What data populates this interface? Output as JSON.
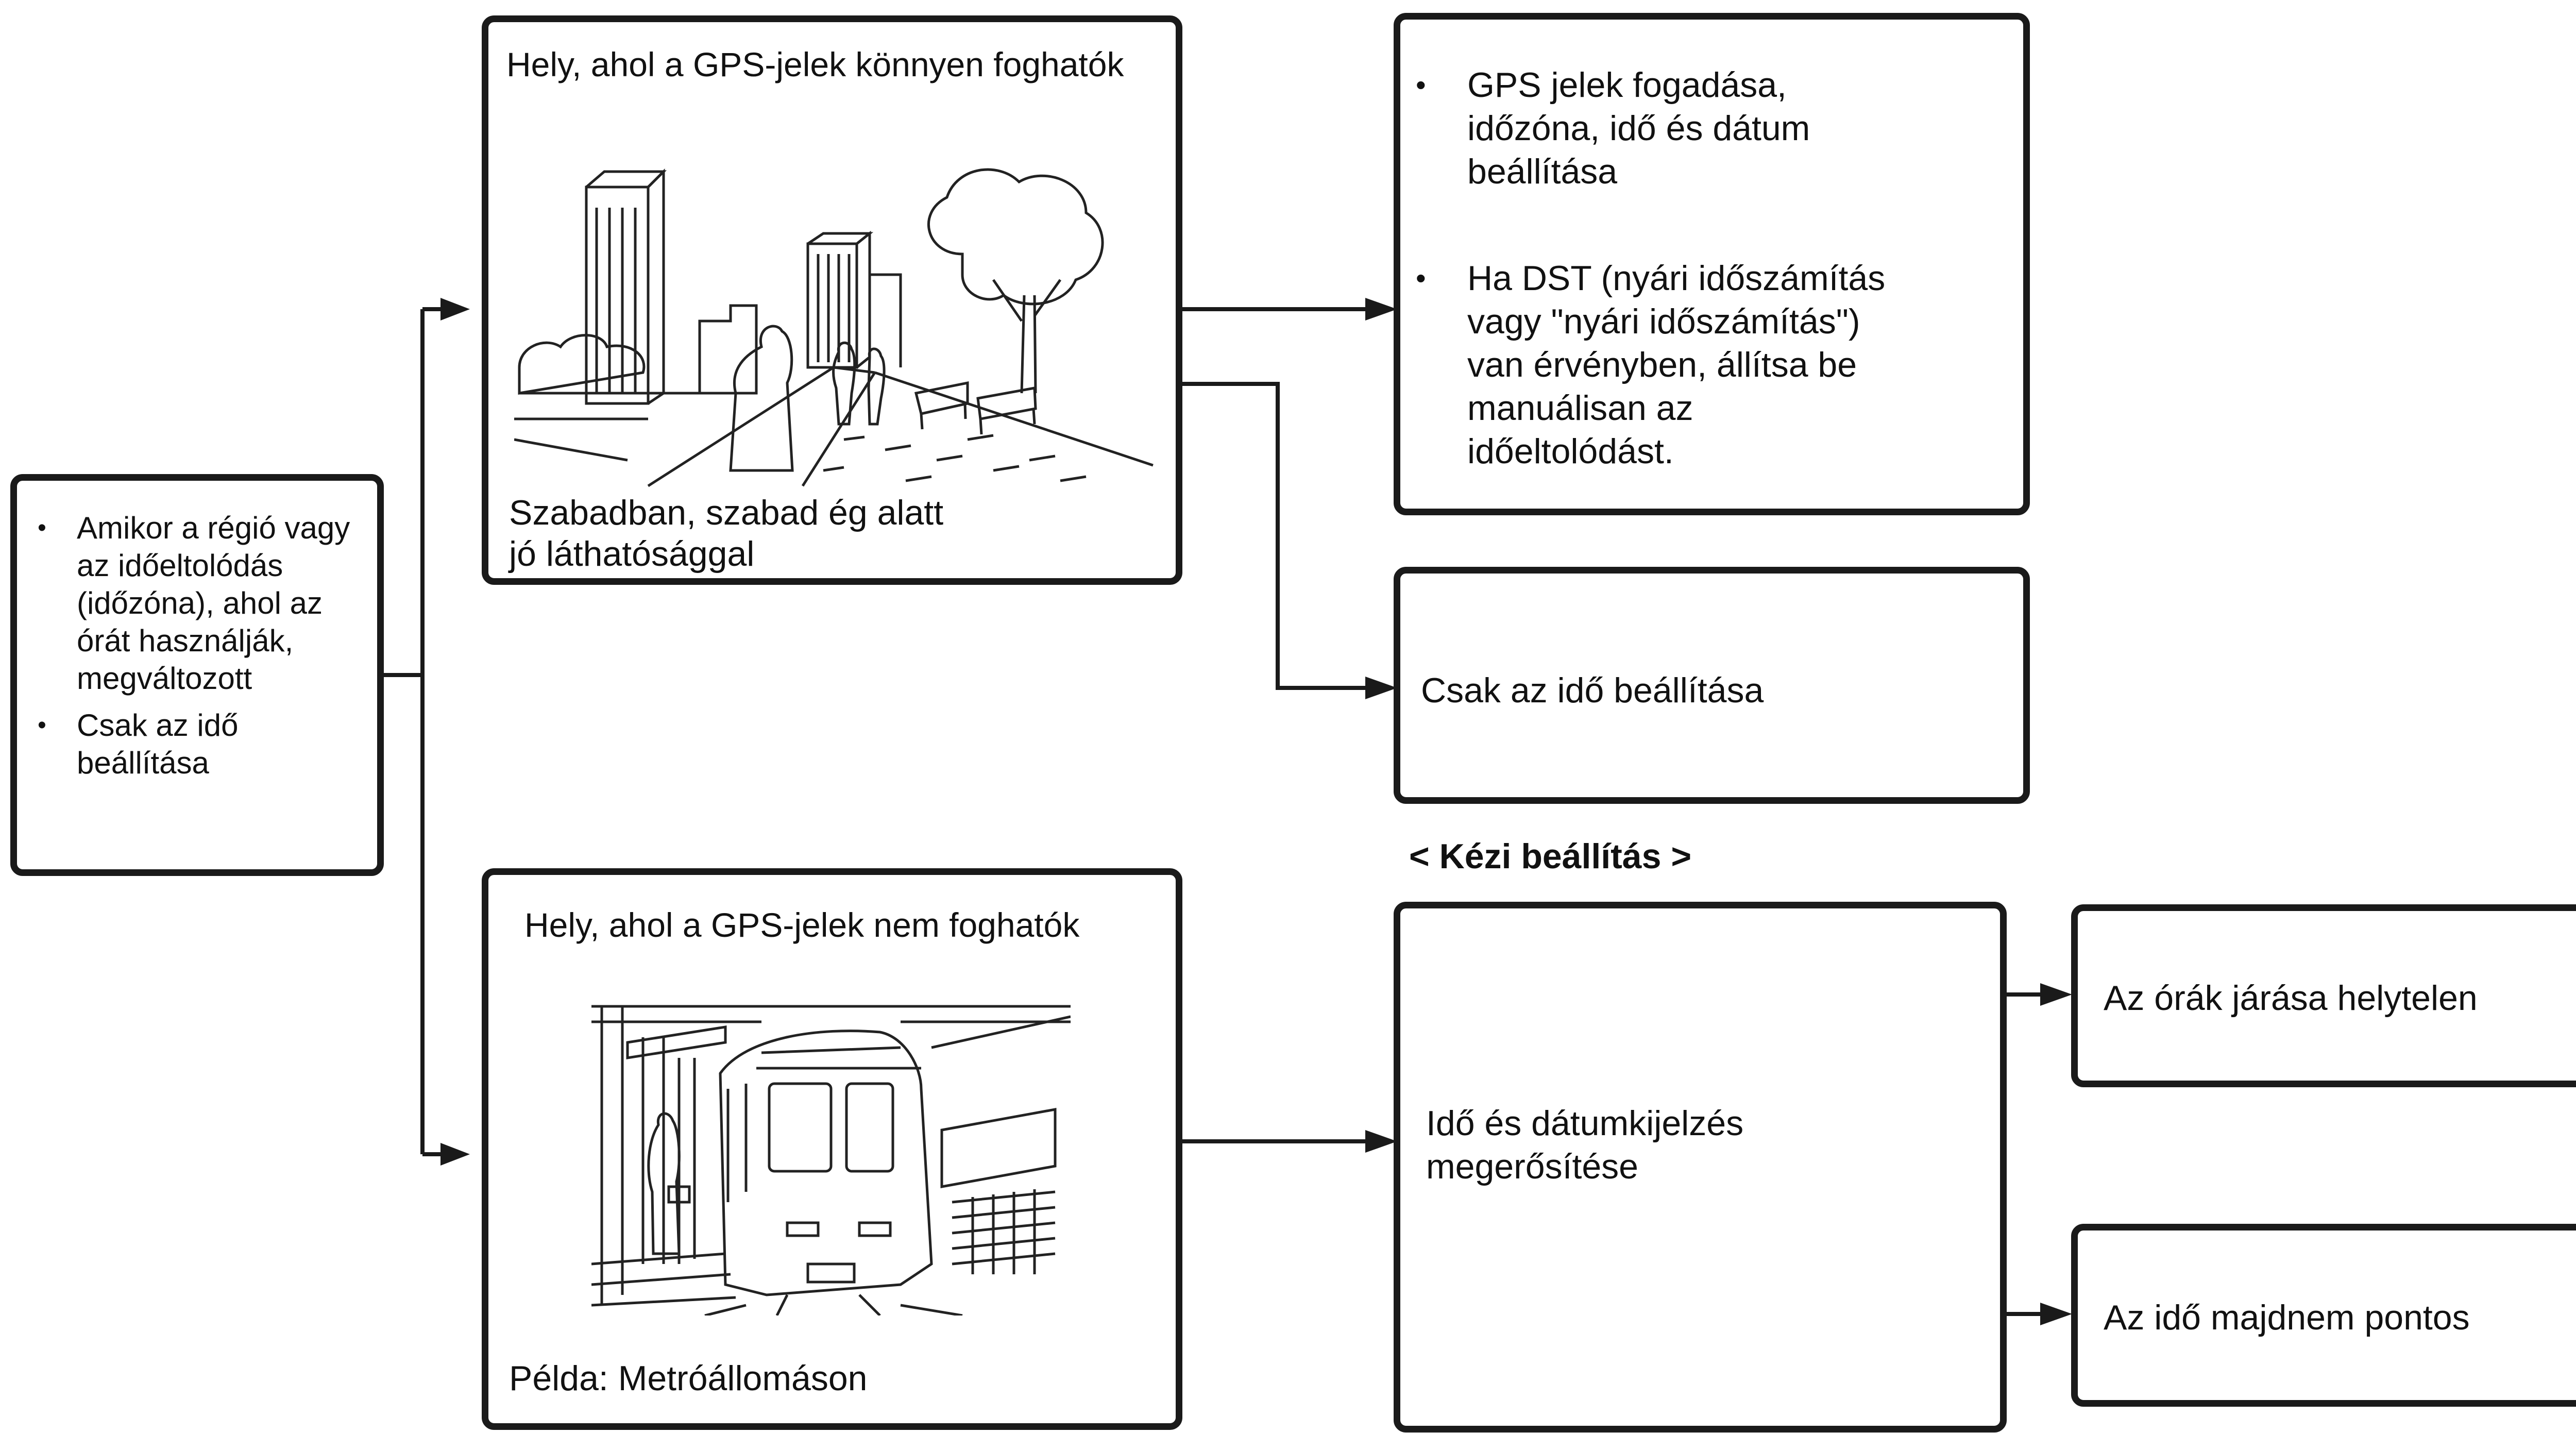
{
  "start_box": {
    "items": [
      "Amikor a régió vagy az időeltolódás (időzóna), ahol az órát használják, megváltozott",
      "Csak az idő beállítása"
    ]
  },
  "outdoor_box": {
    "title": "Hely, ahol a GPS-jelek könnyen foghatók",
    "caption_line1": "Szabadban, szabad ég alatt",
    "caption_line2": "jó láthatósággal"
  },
  "indoor_box": {
    "title": "Hely, ahol a GPS-jelek nem foghatók",
    "caption": "Példa: Metróállomáson"
  },
  "gps_result_box": {
    "item1_lines": [
      "GPS jelek fogadása,",
      "időzóna, idő és dátum",
      "beállítása"
    ],
    "item2_lines": [
      "Ha DST (nyári időszámítás",
      "vagy \"nyári időszámítás\")",
      "van érvényben, állítsa be",
      "manuálisan az",
      "időeltolódást."
    ]
  },
  "time_only_box": {
    "text": "Csak az idő beállítása"
  },
  "manual_heading": "< Kézi beállítás >",
  "confirm_box": {
    "line1": "Idő és dátumkijelzés",
    "line2": "megerősítése"
  },
  "incorrect_box": {
    "text": "Az órák járása helytelen"
  },
  "accurate_box": {
    "text": "Az idő majdnem pontos"
  },
  "colors": {
    "line": "#1a1a1a",
    "background": "#ffffff",
    "text": "#111111"
  }
}
